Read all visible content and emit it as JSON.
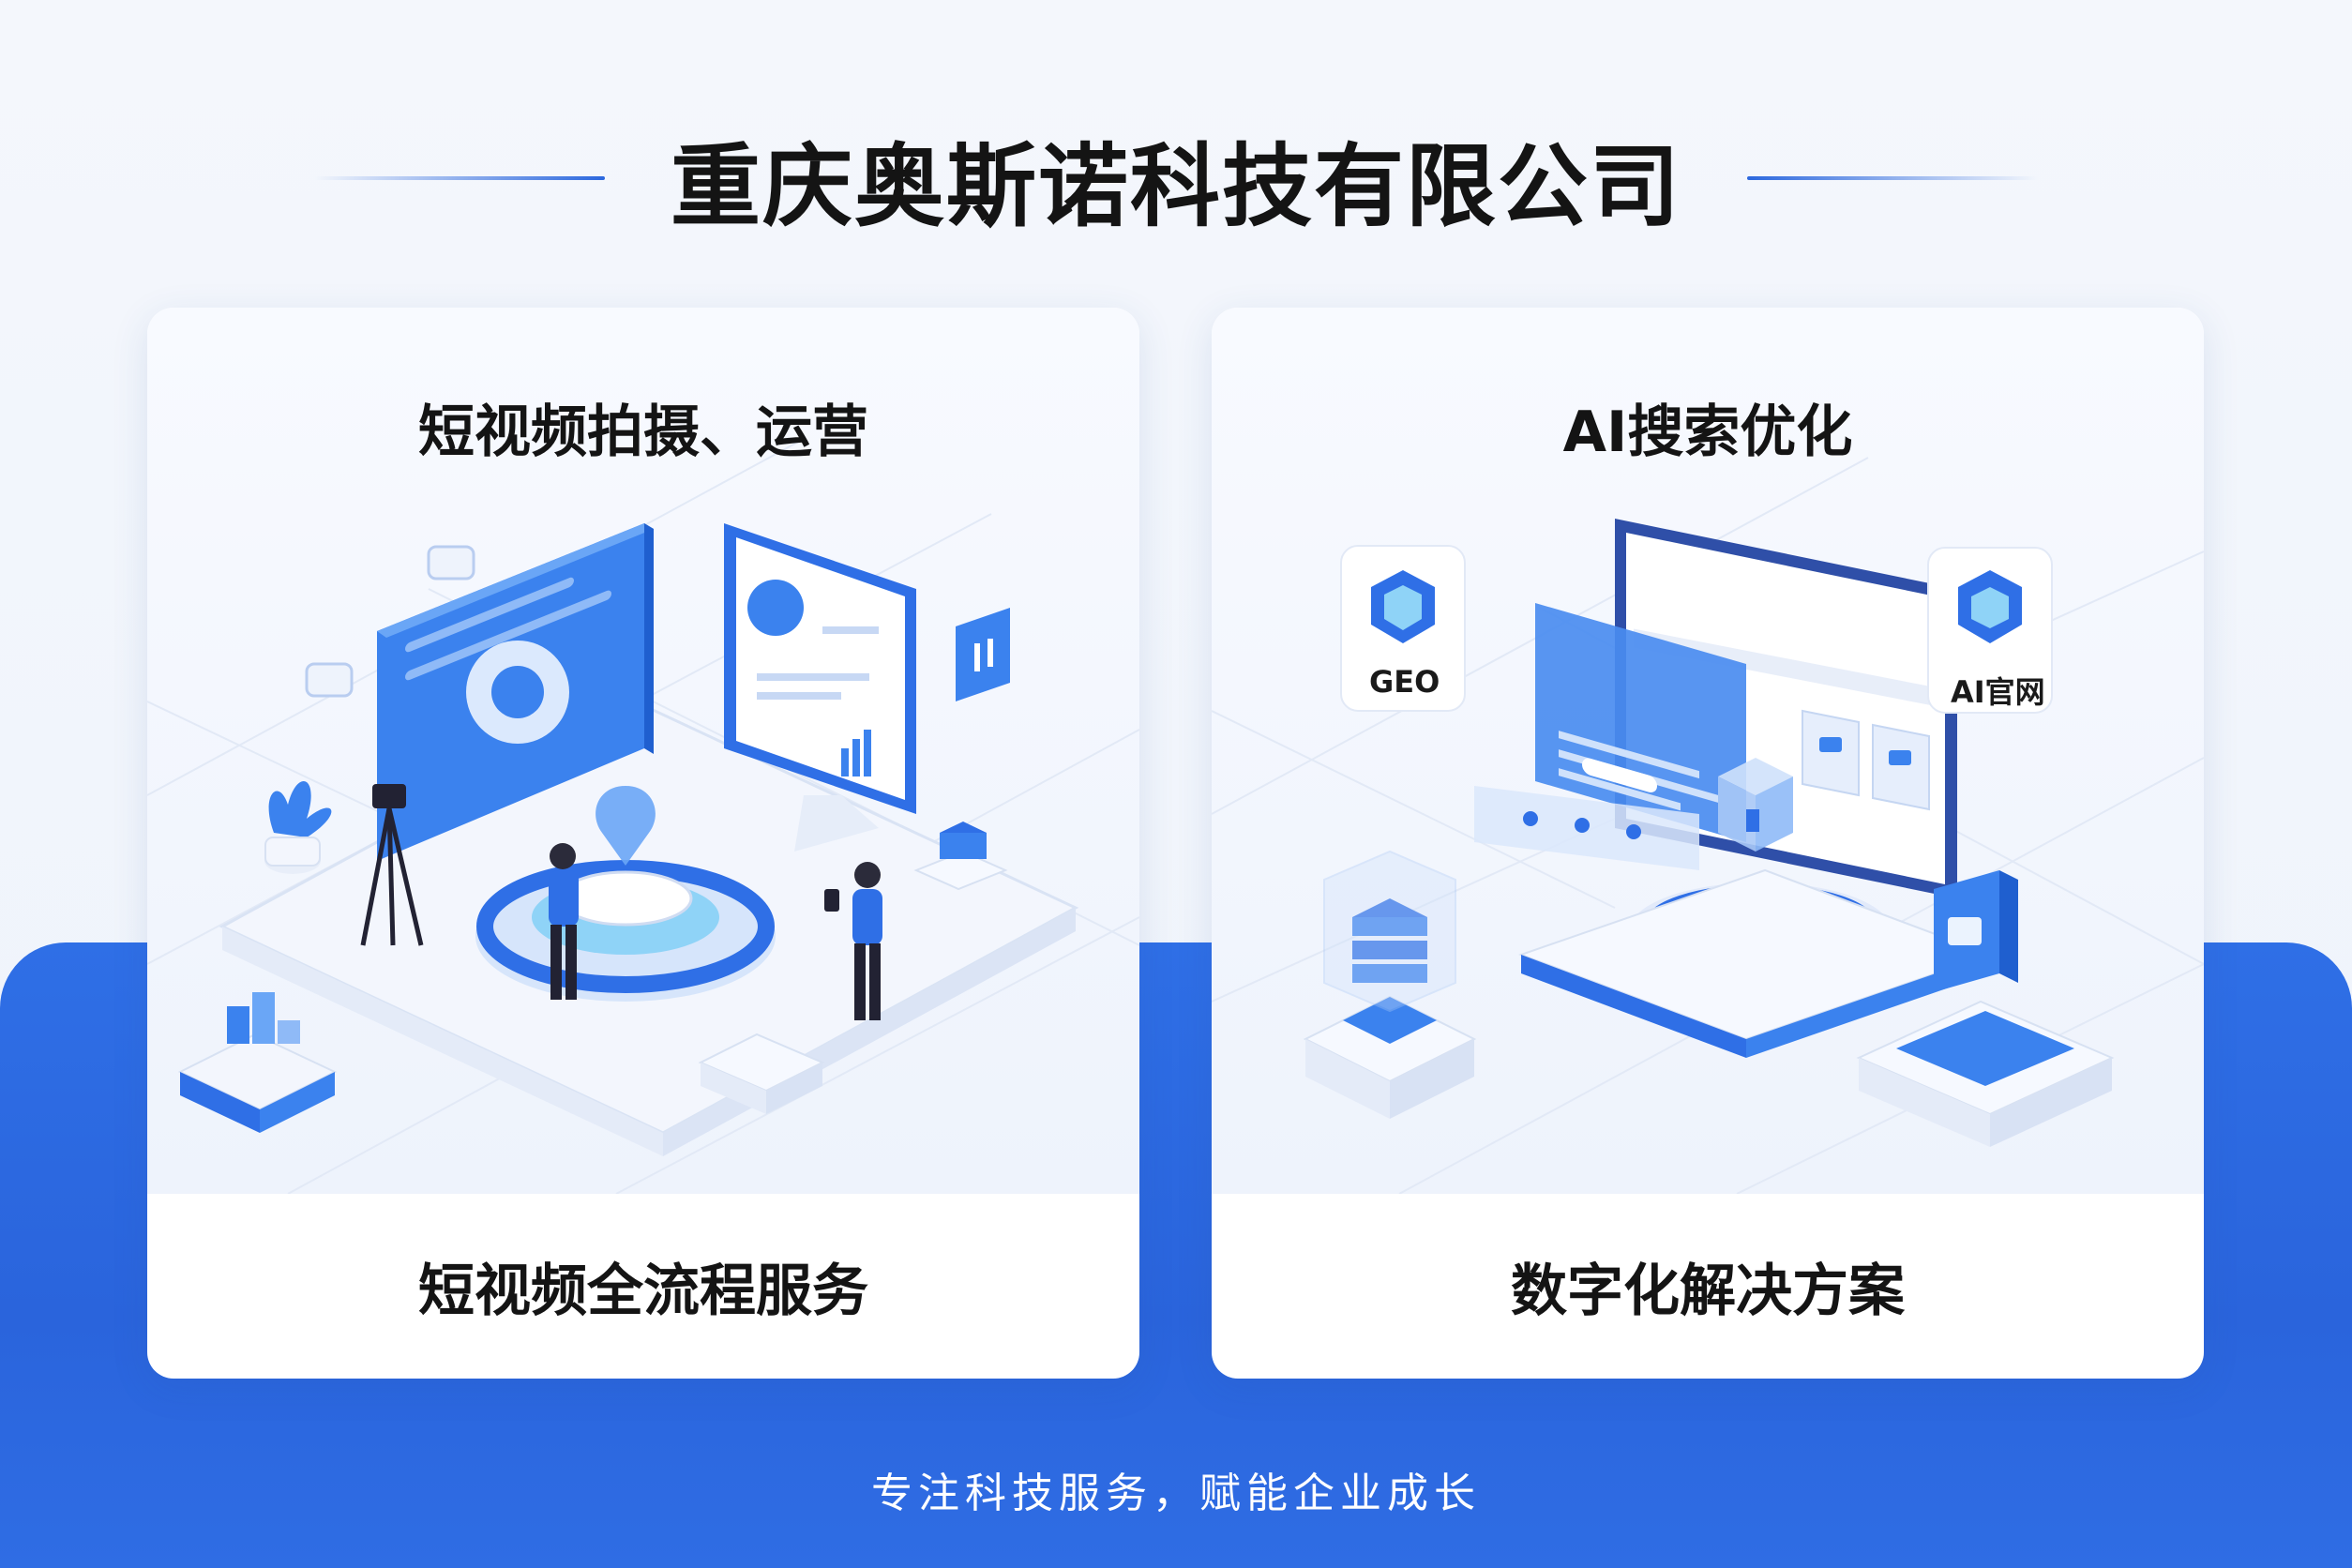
{
  "page": {
    "title": "重庆奥斯诺科技有限公司",
    "footer": "专注科技服务，赋能企业成长"
  },
  "cards": [
    {
      "heading": "短视频拍摄、运营",
      "caption": "短视频全流程服务"
    },
    {
      "heading": "AI搜索优化",
      "caption": "数字化解决方案",
      "tags": [
        "GEO",
        "AI官网"
      ]
    }
  ],
  "colors": {
    "accent": "#2c68de",
    "band": "#2f6fe6",
    "card_bg": "#ffffff",
    "text": "#141414"
  },
  "icons": [
    "shield-icon",
    "hexagon-icon",
    "folder-icon",
    "camera-icon",
    "plant-icon",
    "chat-bubble-icon",
    "bar-chart-icon",
    "layers-icon"
  ]
}
